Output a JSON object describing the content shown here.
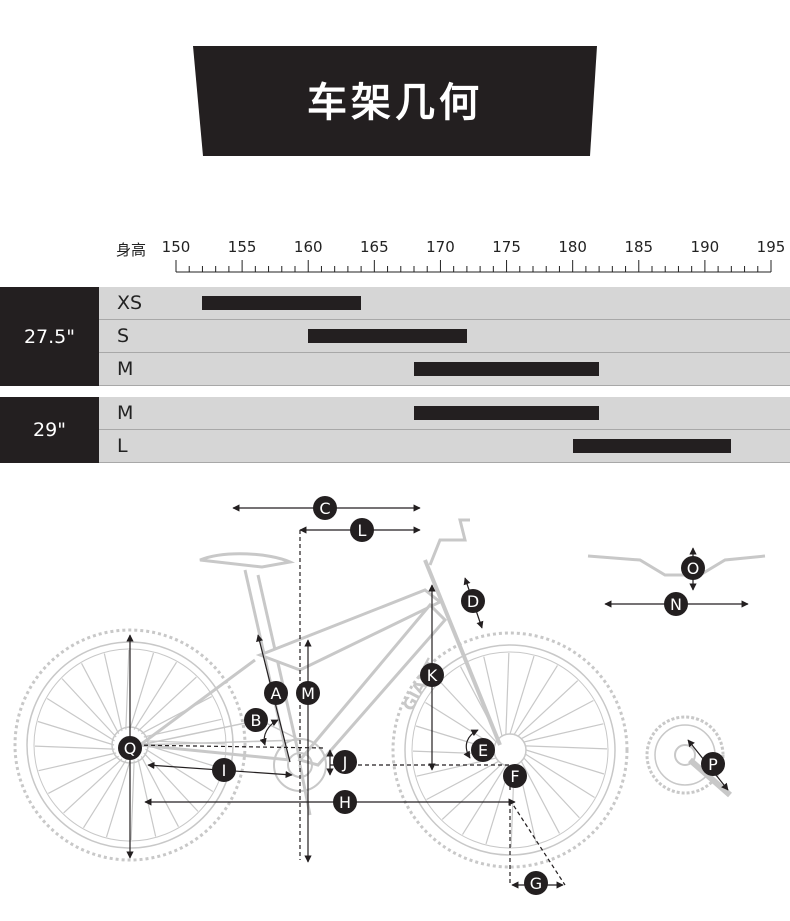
{
  "title": "车架几何",
  "ruler": {
    "label": "身高",
    "min": 150,
    "max": 195,
    "ticks": [
      "150",
      "155",
      "160",
      "165",
      "170",
      "175",
      "180",
      "185",
      "190",
      "195"
    ]
  },
  "groups": [
    {
      "wheel": "27.5\"",
      "sizes": [
        {
          "label": "XS",
          "min": 152,
          "max": 164
        },
        {
          "label": "S",
          "min": 160,
          "max": 172
        },
        {
          "label": "M",
          "min": 168,
          "max": 182
        }
      ]
    },
    {
      "wheel": "29\"",
      "sizes": [
        {
          "label": "M",
          "min": 168,
          "max": 182
        },
        {
          "label": "L",
          "min": 180,
          "max": 192
        }
      ]
    }
  ],
  "diagram": {
    "labels": [
      "A",
      "B",
      "C",
      "D",
      "E",
      "F",
      "G",
      "H",
      "I",
      "J",
      "K",
      "L",
      "M",
      "N",
      "O",
      "P",
      "Q"
    ],
    "frame_text": "GIANT"
  },
  "colors": {
    "dark": "#231f20",
    "row": "#d6d6d6",
    "line_light": "#c8c8c8"
  }
}
